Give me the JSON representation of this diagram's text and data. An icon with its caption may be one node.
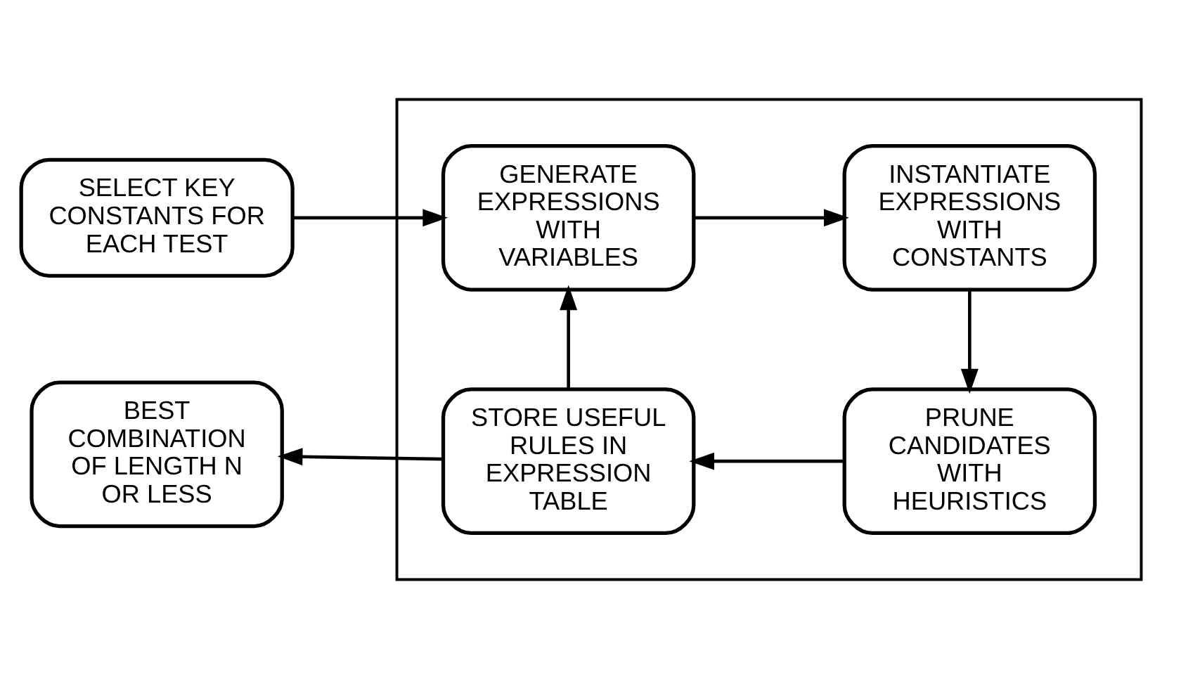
{
  "diagram": {
    "nodes": [
      {
        "text": [
          "SELECT KEY CONSTANTS FOR EACH TEST"
        ]
      },
      {
        "text": [],
        "shape": "box"
      },
      {
        "text": [
          "GENERATE EXPRESSIONS WITH VARIABLES"
        ],
        "in": 1
      },
      {
        "text": [
          "INSTANTIATE EXPRESSIONS WITH CONSTANTS"
        ],
        "in": 1
      },
      {
        "text": [
          "BEST COMBINATION OF LENGTH N OR LESS"
        ]
      },
      {
        "text": [
          "STORE USEFUL RULES IN EXPRESSION TABLE"
        ],
        "in": 1
      },
      {
        "text": [
          "PRUNE CANDIDATES WITH HEURISTICS"
        ],
        "in": 1
      }
    ],
    "edges": [
      {
        "from": 0,
        "to": 2,
        "arrow": "to"
      },
      {
        "from": 2,
        "to": 3,
        "arrow": "to"
      },
      {
        "from": 3,
        "to": 6,
        "arrow": "to"
      },
      {
        "from": 6,
        "to": 5,
        "arrow": "to"
      },
      {
        "from": 5,
        "to": 2,
        "arrow": "to"
      },
      {
        "from": 5,
        "to": 4,
        "arrow": "to"
      }
    ]
  }
}
